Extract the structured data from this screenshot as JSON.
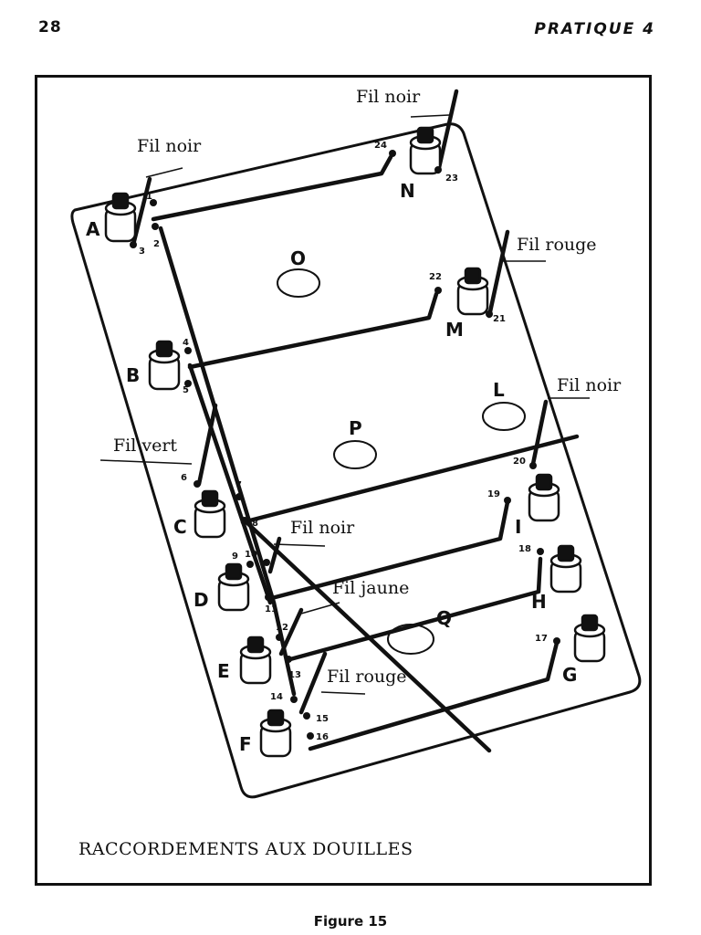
{
  "page": {
    "number": "28",
    "header": "PRATIQUE 4"
  },
  "figure": {
    "caption": "Figure 15",
    "title": "RACCORDEMENTS AUX DOUILLES",
    "wire_labels": [
      "Fil noir",
      "Fil noir",
      "Fil rouge",
      "Fil noir",
      "Fil vert",
      "Fil noir",
      "Fil jaune",
      "Fil rouge"
    ],
    "socket_letters": [
      "A",
      "B",
      "C",
      "D",
      "E",
      "F",
      "G",
      "H",
      "I",
      "L",
      "M",
      "N"
    ],
    "hole_letters": [
      "O",
      "P",
      "Q"
    ],
    "terminal_numbers": [
      "1",
      "2",
      "3",
      "4",
      "5",
      "6",
      "7",
      "8",
      "9",
      "10",
      "11",
      "12",
      "13",
      "14",
      "15",
      "16",
      "17",
      "18",
      "19",
      "20",
      "21",
      "22",
      "23",
      "24"
    ]
  }
}
